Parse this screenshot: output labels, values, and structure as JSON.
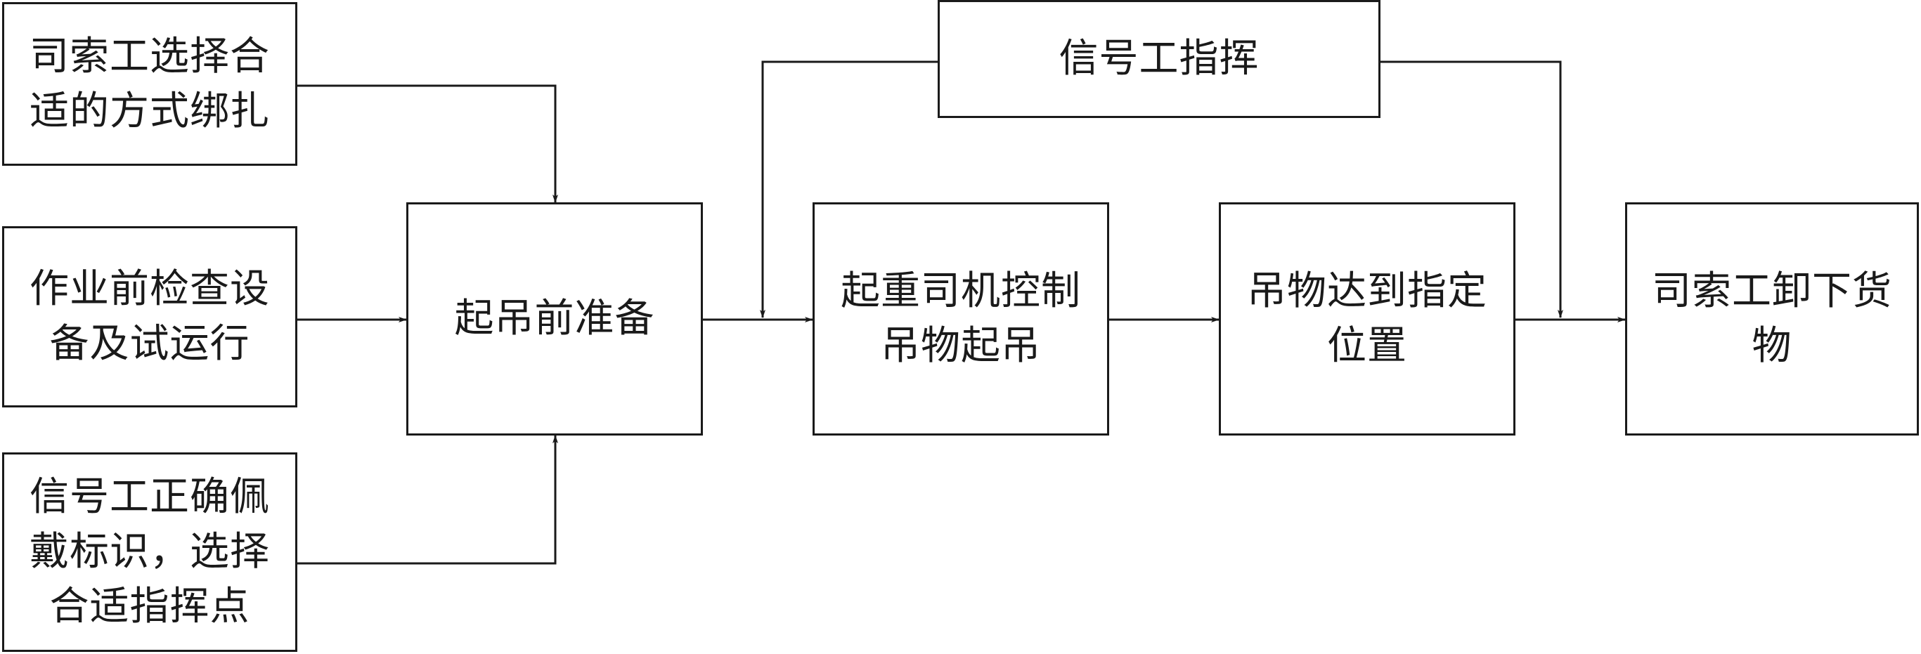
{
  "diagram": {
    "nodes": {
      "rigger_binding": {
        "label": "司索工选择合\n适的方式绑扎"
      },
      "equipment_check": {
        "label": "作业前检查设\n备及试运行"
      },
      "signal_prep": {
        "label": "信号工正确佩\n戴标识，选择\n合适指挥点"
      },
      "pre_lift_prep": {
        "label": "起吊前准备"
      },
      "signal_command": {
        "label": "信号工指挥"
      },
      "operator_lift": {
        "label": "起重司机控制\n吊物起吊"
      },
      "reach_position": {
        "label": "吊物达到指定\n位置"
      },
      "rigger_unload": {
        "label": "司索工卸下货\n物"
      }
    },
    "edges": [
      {
        "from": "rigger_binding",
        "to": "pre_lift_prep"
      },
      {
        "from": "equipment_check",
        "to": "pre_lift_prep"
      },
      {
        "from": "signal_prep",
        "to": "pre_lift_prep"
      },
      {
        "from": "pre_lift_prep",
        "to": "operator_lift"
      },
      {
        "from": "signal_command",
        "to": "operator_lift"
      },
      {
        "from": "operator_lift",
        "to": "reach_position"
      },
      {
        "from": "reach_position",
        "to": "rigger_unload"
      },
      {
        "from": "signal_command",
        "to": "rigger_unload"
      }
    ],
    "colors": {
      "stroke": "#1a1a1a",
      "background": "#ffffff"
    }
  }
}
